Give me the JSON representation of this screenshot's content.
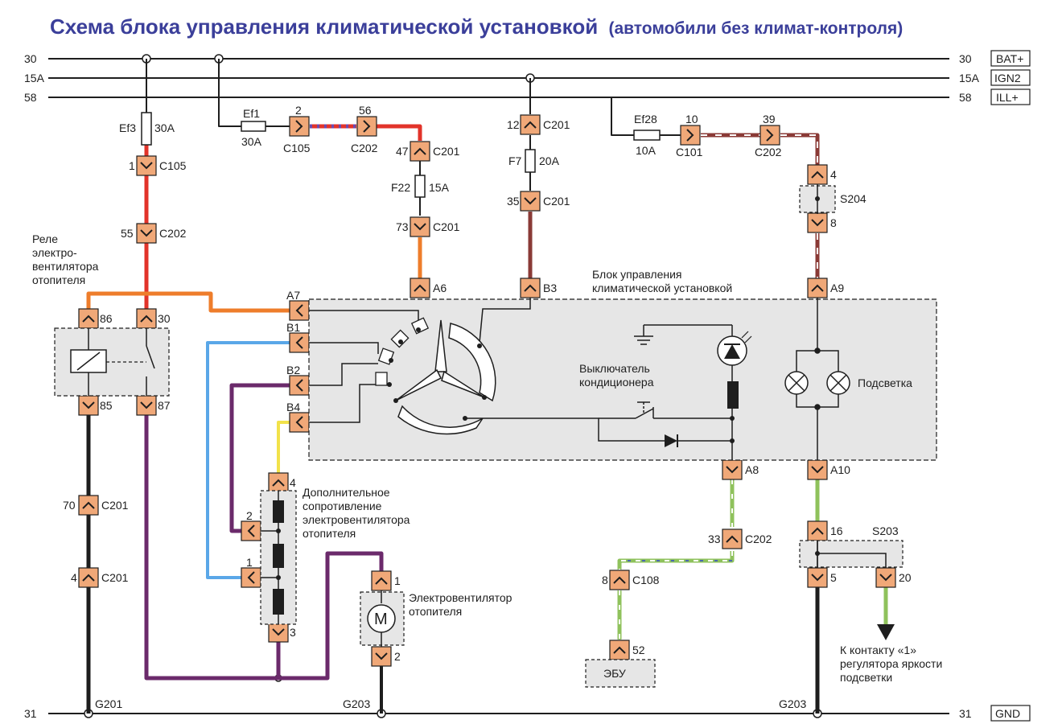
{
  "title": {
    "main": "Схема блока управления климатической установкой",
    "sub": "(автомобили без климат-контроля)"
  },
  "colors": {
    "title": "#3b3f9a",
    "bus": "#1e1e1e",
    "red": "#e2332a",
    "orange": "#ee7d2b",
    "brown": "#8a3a36",
    "blue": "#5aa7e8",
    "purple": "#6b2a6b",
    "yellow": "#f2e24a",
    "green": "#8fc25c",
    "black": "#1e1e1e",
    "connector": "#f0a878",
    "dash_box": "#e6e6e6"
  },
  "buses": [
    {
      "left": "30",
      "right": "30",
      "tag": "BAT+"
    },
    {
      "left": "15A",
      "right": "15A",
      "tag": "IGN2"
    },
    {
      "left": "58",
      "right": "58",
      "tag": "ILL+"
    },
    {
      "left": "31",
      "right": "31",
      "tag": "GND"
    }
  ],
  "fuses": {
    "ef3": {
      "name": "Ef3",
      "rating": "30A"
    },
    "ef1": {
      "name": "Ef1",
      "rating": "30A"
    },
    "f22": {
      "name": "F22",
      "rating": "15A"
    },
    "f7": {
      "name": "F7",
      "rating": "20A"
    },
    "ef28": {
      "name": "Ef28",
      "rating": "10A"
    }
  },
  "connectors": [
    {
      "pin": "1",
      "name": "C105"
    },
    {
      "pin": "55",
      "name": "C202"
    },
    {
      "pin": "2",
      "name": "C105"
    },
    {
      "pin": "56",
      "name": "C202"
    },
    {
      "pin": "47",
      "name": "C201"
    },
    {
      "pin": "73",
      "name": "C201"
    },
    {
      "pin": "12",
      "name": "C201"
    },
    {
      "pin": "35",
      "name": "C201"
    },
    {
      "pin": "10",
      "name": "C101"
    },
    {
      "pin": "39",
      "name": "C202"
    },
    {
      "pin": "70",
      "name": "C201"
    },
    {
      "pin": "4",
      "name": "C201"
    },
    {
      "pin": "33",
      "name": "C202"
    },
    {
      "pin": "8",
      "name": "C108"
    }
  ],
  "relay": {
    "label": [
      "Реле",
      "электро-",
      "вентилятора",
      "отопителя"
    ],
    "pins": [
      "86",
      "30",
      "85",
      "87"
    ]
  },
  "module": {
    "label": [
      "Блок управления",
      "климатической установкой"
    ],
    "pins": [
      "A7",
      "B1",
      "B2",
      "B4",
      "A6",
      "B3",
      "A9",
      "A8",
      "A10"
    ],
    "ac_switch": [
      "Выключатель",
      "кондиционера"
    ],
    "backlight": "Подсветка"
  },
  "splices": {
    "s204": {
      "name": "S204",
      "pins": [
        "4",
        "8"
      ]
    },
    "s203": {
      "name": "S203",
      "pins": [
        "16",
        "5",
        "20"
      ]
    }
  },
  "resistor": {
    "label": [
      "Дополнительное",
      "сопротивление",
      "электровентилятора",
      "отопителя"
    ],
    "pins": [
      "4",
      "2",
      "1",
      "3"
    ]
  },
  "motor": {
    "label": [
      "Электровентилятор",
      "отопителя"
    ],
    "symbol": "M",
    "pins": [
      "1",
      "2"
    ]
  },
  "ecu": {
    "label": "ЭБУ",
    "pin": "52"
  },
  "grounds": [
    "G201",
    "G203",
    "G203"
  ],
  "note": [
    "К контакту «1»",
    "регулятора яркости",
    "подсветки"
  ]
}
